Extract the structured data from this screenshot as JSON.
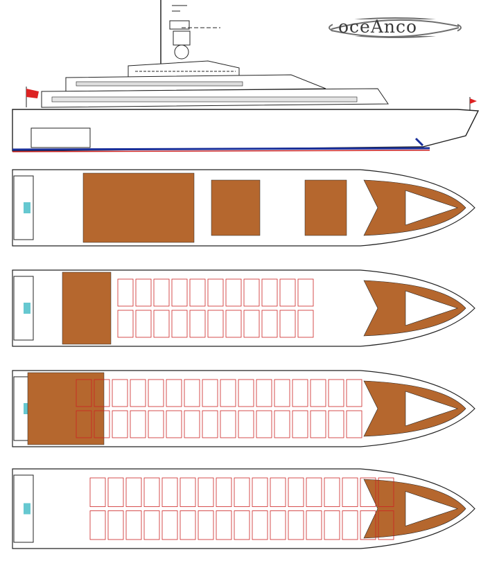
{
  "brand": {
    "logo_text": "oceAnco",
    "color_text": "#3a3a3a",
    "color_swoosh": "#6e6e6e"
  },
  "drawing": {
    "views": [
      "profile",
      "sun-deck",
      "bridge-deck",
      "main-deck",
      "lower-deck"
    ],
    "colors": {
      "teak": "#b5672e",
      "line": "#222222",
      "interior_line": "#cc2222",
      "hull_stripe_red": "#cc2222",
      "hull_stripe_blue": "#1a2f9a",
      "pool": "#66c8d0",
      "flag": "#dd2222"
    }
  }
}
